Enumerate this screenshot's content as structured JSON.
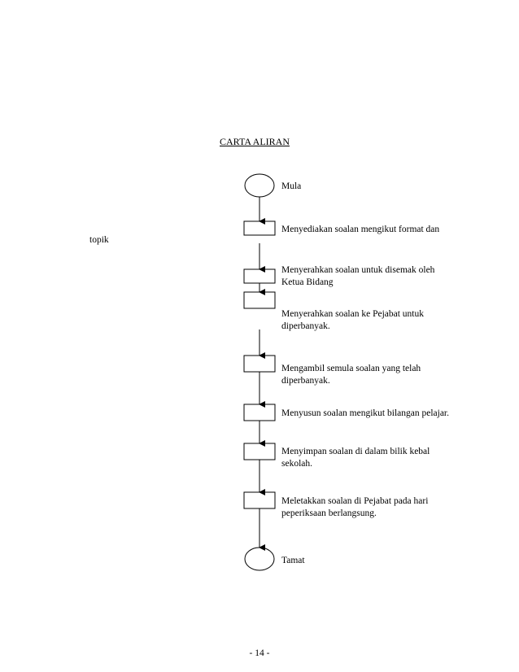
{
  "title": "CARTA ALIRAN",
  "side_note": "topik",
  "page_number": "- 14 -",
  "steps": [
    {
      "lines": [
        "Mula"
      ]
    },
    {
      "lines": [
        "Menyediakan soalan mengikut format dan"
      ]
    },
    {
      "lines": [
        "Menyerahkan soalan untuk disemak oleh",
        "Ketua Bidang"
      ]
    },
    {
      "lines": [
        "Menyerahkan soalan ke Pejabat untuk",
        "diperbanyak."
      ]
    },
    {
      "lines": [
        "Mengambil semula soalan yang telah",
        "diperbanyak."
      ]
    },
    {
      "lines": [
        "Menyusun soalan mengikut bilangan pelajar."
      ]
    },
    {
      "lines": [
        "Menyimpan soalan di dalam bilik kebal",
        "sekolah."
      ]
    },
    {
      "lines": [
        "Meletakkan soalan di Pejabat pada hari",
        "peperiksaan berlangsung."
      ]
    },
    {
      "lines": [
        "Tamat"
      ]
    }
  ]
}
